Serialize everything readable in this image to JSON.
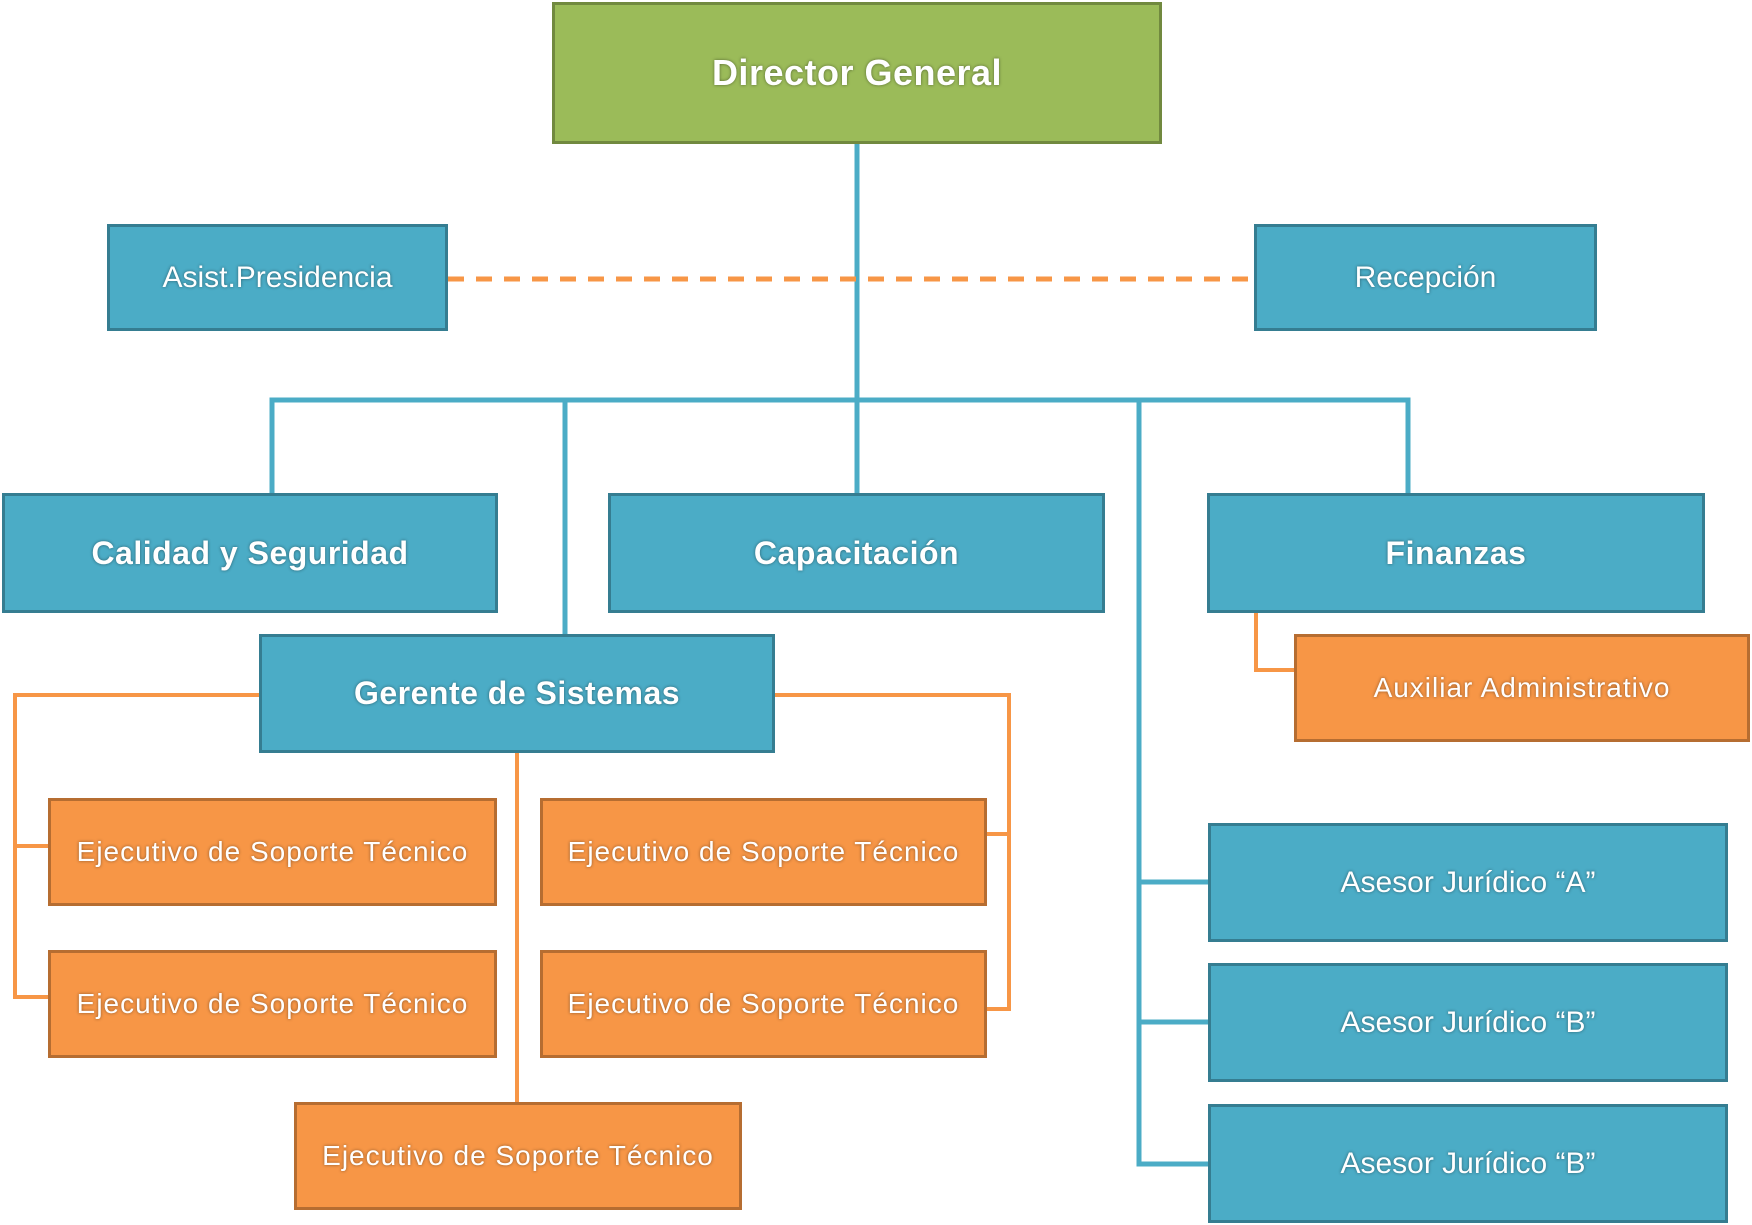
{
  "colors": {
    "top": "#9bbb59",
    "department": "#4bacc6",
    "staff": "#f79646",
    "line_main": "#4bacc6",
    "line_staff": "#f79646",
    "text": "#ffffff"
  },
  "director": {
    "label": "Director General"
  },
  "advisors": {
    "left": "Asist.Presidencia",
    "right": "Recepción",
    "link_style": "dashed"
  },
  "departments": {
    "calidad": "Calidad y Seguridad",
    "capacitacion": "Capacitación",
    "finanzas": "Finanzas"
  },
  "sistemas": {
    "label": "Gerente de Sistemas",
    "staff": [
      "Ejecutivo de Soporte Técnico",
      "Ejecutivo de Soporte Técnico",
      "Ejecutivo de Soporte Técnico",
      "Ejecutivo de Soporte Técnico",
      "Ejecutivo de Soporte Técnico"
    ]
  },
  "finanzas_staff": {
    "label": "Auxiliar Administrativo"
  },
  "juridico": [
    "Asesor Jurídico “A”",
    "Asesor Jurídico “B”",
    "Asesor Jurídico “B”"
  ]
}
